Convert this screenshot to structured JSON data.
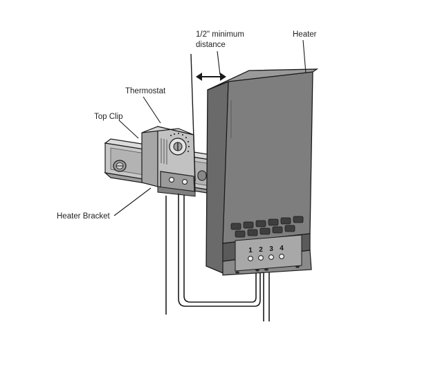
{
  "labels": {
    "distance_line1": "1/2\" minimum",
    "distance_line2": "distance",
    "heater": "Heater",
    "thermostat": "Thermostat",
    "top_clip": "Top Clip",
    "heater_bracket": "Heater Bracket"
  },
  "terminals": [
    "1",
    "2",
    "3",
    "4"
  ],
  "colors": {
    "heater_body": "#7c7c7c",
    "heater_dark": "#4e4e4e",
    "thermostat_body": "#b8b8b8",
    "bracket": "#bdbdbd",
    "line": "#1a1a1a"
  }
}
